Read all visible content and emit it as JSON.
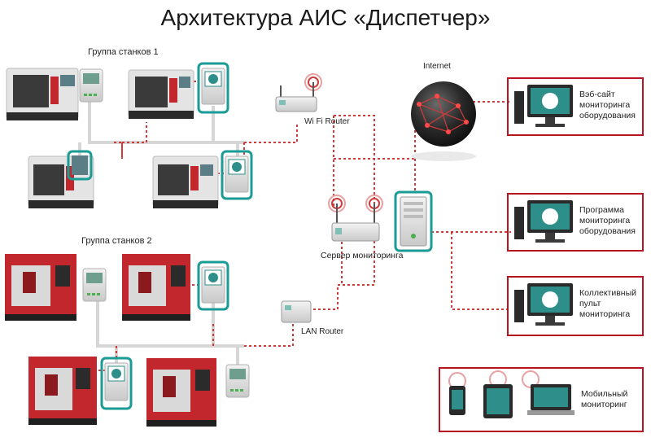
{
  "title": "Архитектура АИС «Диспетчер»",
  "groups": {
    "group1": "Группа станков 1",
    "group2": "Группа станков 2"
  },
  "network": {
    "internet": "Internet",
    "wifi_router": "Wi Fi Router",
    "server": "Сервер мониторинга",
    "lan_router": "LAN Router"
  },
  "clients": {
    "website": [
      "Вэб-сайт",
      "мониторинга",
      "оборудования"
    ],
    "program": [
      "Программа",
      "мониторинга",
      "оборудования"
    ],
    "console": [
      "Коллективный",
      "пульт",
      "мониторинга"
    ],
    "mobile": [
      "Мобильный",
      "мониторинг"
    ]
  },
  "colors": {
    "link_red": "#d23a3a",
    "link_gray": "#d6d6d6",
    "teal": "#1a9b96",
    "box_red": "#b8141f",
    "machine_red": "#c1272d",
    "machine_gray": "#dcdcdc",
    "screen_teal": "#2e8f8a"
  },
  "icons": {
    "machine": "cnc-machine-icon",
    "terminal": "monitoring-terminal-icon",
    "router": "router-icon",
    "server": "server-tower-icon",
    "globe": "internet-globe-icon",
    "desktop": "desktop-computer-icon",
    "phone": "smartphone-icon",
    "tablet": "tablet-icon",
    "laptop": "laptop-icon"
  }
}
